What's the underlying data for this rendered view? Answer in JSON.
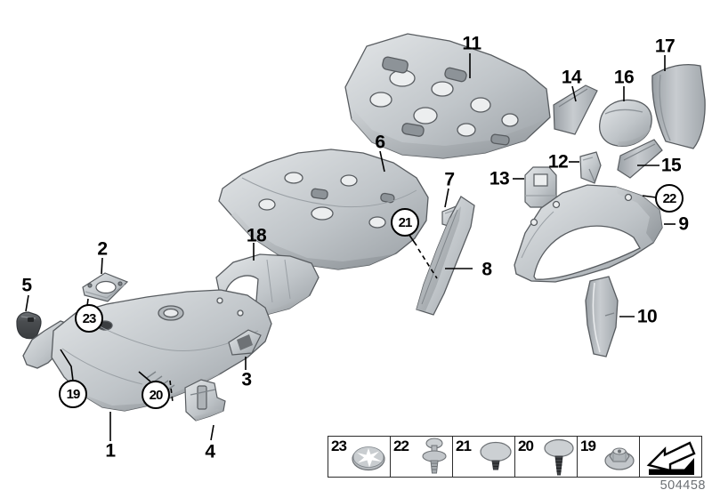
{
  "doc_number": "504458",
  "colors": {
    "background": "#ffffff",
    "part_fill": "#c6cace",
    "part_shade": "#9aa0a5",
    "part_outline": "#585c60",
    "dark_part": "#4a4d50",
    "label_color": "#000000",
    "doc_number_color": "#6c7074"
  },
  "callouts": {
    "c1": "1",
    "c2": "2",
    "c3": "3",
    "c4": "4",
    "c5": "5",
    "c6": "6",
    "c7": "7",
    "c8": "8",
    "c9": "9",
    "c10": "10",
    "c11": "11",
    "c12": "12",
    "c13": "13",
    "c14": "14",
    "c15": "15",
    "c16": "16",
    "c17": "17",
    "c18": "18",
    "c19": "19",
    "c20": "20",
    "c21": "21",
    "c22": "22",
    "c23": "23"
  },
  "legend": {
    "items": [
      {
        "number": "23",
        "icon": "star-lock-washer-icon"
      },
      {
        "number": "22",
        "icon": "expanding-rivet-icon"
      },
      {
        "number": "21",
        "icon": "mushroom-clip-icon"
      },
      {
        "number": "20",
        "icon": "screw-rivet-icon"
      },
      {
        "number": "19",
        "icon": "plastic-nut-icon"
      }
    ],
    "arrow_icon": "direction-arrow-icon"
  }
}
